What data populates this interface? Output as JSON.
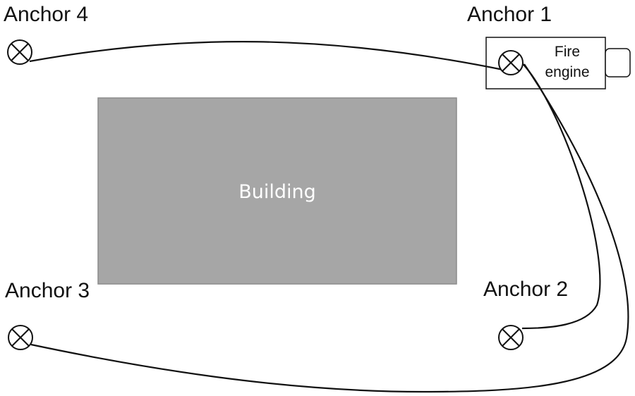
{
  "colors": {
    "ink": "#111111",
    "building_fill": "#a6a6a6",
    "building_stroke": "#8c8c8c",
    "building_text": "#ffffff",
    "background": "#ffffff"
  },
  "building": {
    "label": "Building"
  },
  "fire_engine": {
    "label_line1": "Fire",
    "label_line2": "engine"
  },
  "anchors": [
    {
      "id": "anchor-1",
      "label": "Anchor 1",
      "icon": "anchor-point-icon"
    },
    {
      "id": "anchor-2",
      "label": "Anchor 2",
      "icon": "anchor-point-icon"
    },
    {
      "id": "anchor-3",
      "label": "Anchor 3",
      "icon": "anchor-point-icon"
    },
    {
      "id": "anchor-4",
      "label": "Anchor 4",
      "icon": "anchor-point-icon"
    }
  ],
  "hoses": [
    {
      "from": "anchor-1",
      "to": "anchor-4"
    },
    {
      "from": "anchor-1",
      "to": "anchor-2"
    },
    {
      "from": "anchor-1",
      "to": "anchor-3"
    }
  ]
}
